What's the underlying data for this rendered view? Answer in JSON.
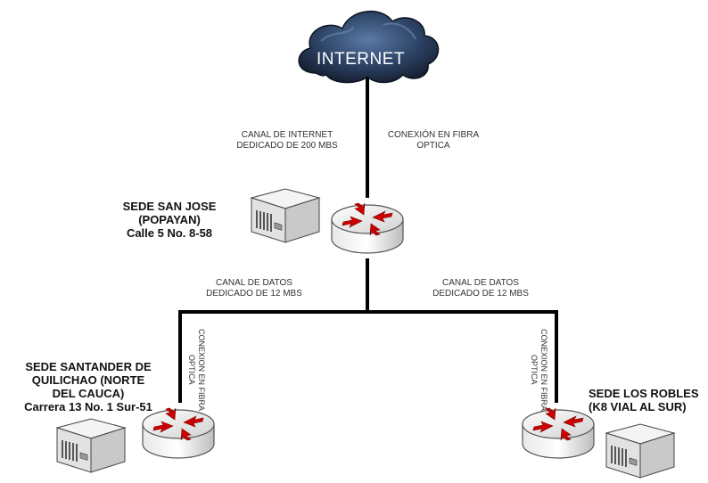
{
  "cloud": {
    "label": "INTERNET"
  },
  "links": {
    "internet_channel": [
      "CANAL DE INTERNET",
      "DEDICADO DE 200 MBS"
    ],
    "internet_fiber": [
      "CONEXIÓN EN FIBRA",
      "OPTICA"
    ],
    "data_left": [
      "CANAL DE DATOS",
      "DEDICADO DE 12 MBS"
    ],
    "data_right": [
      "CANAL DE DATOS",
      "DEDICADO DE 12 MBS"
    ],
    "fiber_left": [
      "CONEXION EN FIBRA",
      "OPTICA"
    ],
    "fiber_right": [
      "CONEXION EN FIBRA",
      "OPTICA"
    ]
  },
  "sites": {
    "san_jose": [
      "SEDE SAN JOSE",
      "(POPAYAN)",
      "Calle 5 No. 8-58"
    ],
    "santander": [
      "SEDE SANTANDER DE",
      "QUILICHAO (NORTE",
      "DEL CAUCA)",
      "Carrera 13 No. 1 Sur-51"
    ],
    "robles": [
      "SEDE LOS ROBLES",
      "(K8 VIAL AL SUR)"
    ]
  },
  "colors": {
    "line": "#000000",
    "router_arrow": "#cc0000",
    "cloud_dark": "#1d2a40",
    "cloud_mid": "#3f5d86"
  }
}
